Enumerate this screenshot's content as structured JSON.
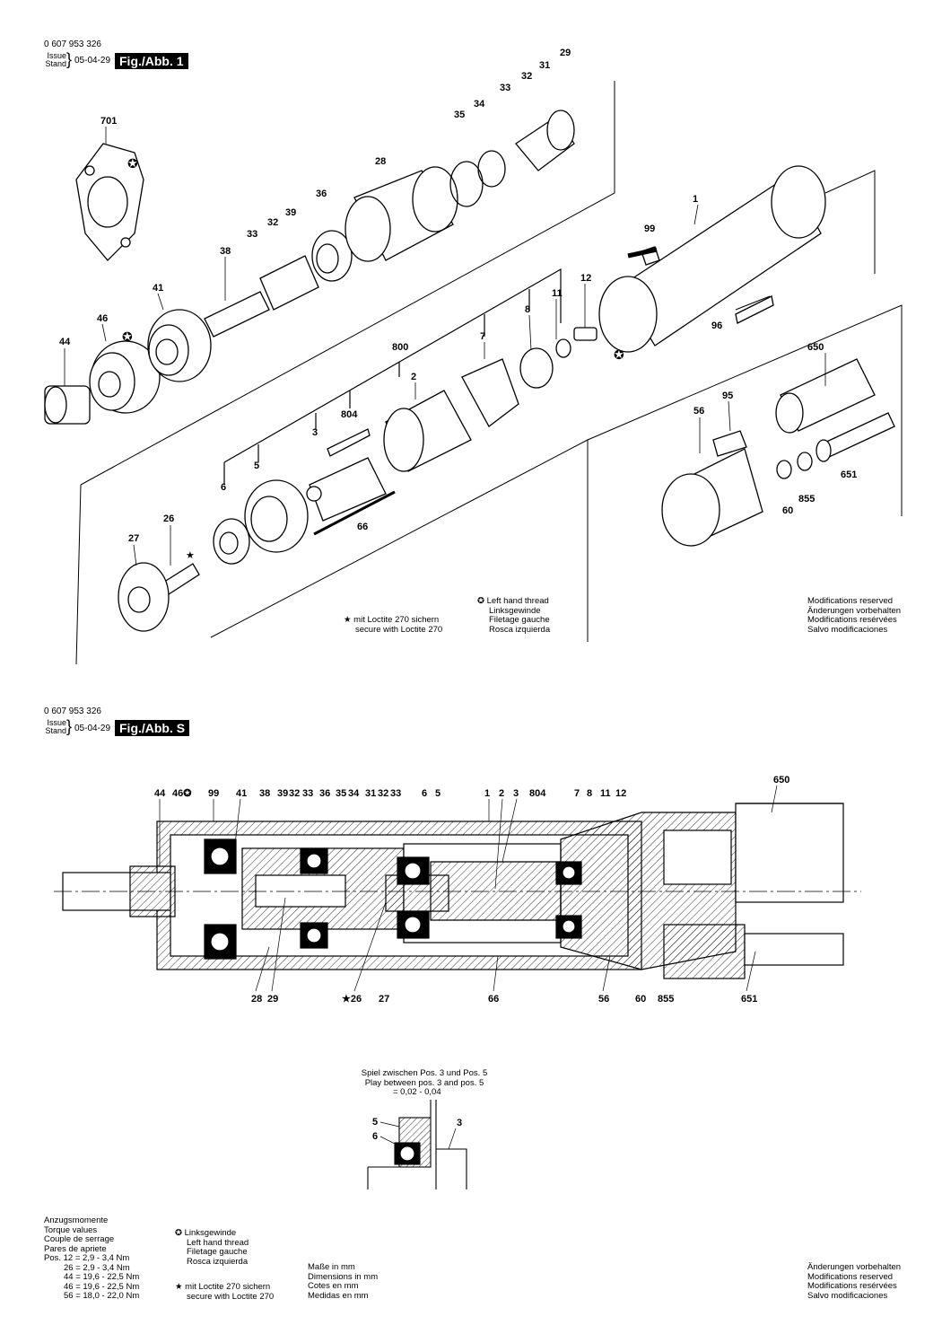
{
  "sheet1": {
    "doc_number": "0 607 953 326",
    "issue_label": "Issue",
    "stand_label": "Stand",
    "date": "05-04-29",
    "fig_label": "Fig./Abb. 1",
    "part_numbers": [
      "701",
      "46",
      "44",
      "41",
      "38",
      "33",
      "32",
      "39",
      "36",
      "28",
      "35",
      "34",
      "33",
      "32",
      "31",
      "29",
      "1",
      "99",
      "96",
      "12",
      "11",
      "8",
      "7",
      "800",
      "2",
      "804",
      "3",
      "5",
      "6",
      "66",
      "26",
      "27",
      "650",
      "95",
      "56",
      "651",
      "855",
      "60"
    ],
    "left_hand_note": [
      "Left hand thread",
      "Linksgewinde",
      "Filetage gauche",
      "Rosca izquierda"
    ],
    "loctite_note": [
      "mit Loctite 270 sichern",
      "secure with Loctite 270"
    ],
    "modifications_note": [
      "Modifications reserved",
      "Änderungen vorbehalten",
      "Modifications resérvées",
      "Salvo modificaciones"
    ]
  },
  "sheet2": {
    "doc_number": "0 607 953 326",
    "issue_label": "Issue",
    "stand_label": "Stand",
    "date": "05-04-29",
    "fig_label": "Fig./Abb. S",
    "top_labels": [
      "44",
      "46",
      "99",
      "41",
      "38",
      "39",
      "32",
      "33",
      "36",
      "35",
      "34",
      "31",
      "32",
      "33",
      "6",
      "5",
      "1",
      "2",
      "3",
      "804",
      "7",
      "8",
      "11",
      "12",
      "650"
    ],
    "bottom_labels": [
      "28",
      "29",
      "26",
      "27",
      "66",
      "56",
      "60",
      "855",
      "651"
    ],
    "play_title_de": "Spiel zwischen Pos. 3 und Pos. 5",
    "play_title_en": "Play between pos. 3 and pos. 5",
    "play_value": "= 0,02 - 0,04",
    "detail_labels": [
      "5",
      "6",
      "3"
    ],
    "torque_title": [
      "Anzugsmomente",
      "Torque values",
      "Couple de serrage",
      "Pares de apriete"
    ],
    "torque_values": [
      "Pos. 12 =   2,9 -   3,4 Nm",
      "26 =   2,9 -   3,4 Nm",
      "44 = 19,6 - 22,5 Nm",
      "46 = 19,6 - 22,5 Nm",
      "56 = 18,0 - 22,0 Nm"
    ],
    "left_hand_note": [
      "Linksgewinde",
      "Left hand thread",
      "Filetage gauche",
      "Rosca izquierda"
    ],
    "loctite_note": [
      "mit Loctite 270 sichern",
      "secure with Loctite 270"
    ],
    "dimensions_note": [
      "Maße in mm",
      "Dimensions in mm",
      "Cotes en mm",
      "Medidas en mm"
    ],
    "modifications_note": [
      "Änderungen vorbehalten",
      "Modifications reserved",
      "Modifications resérvées",
      "Salvo modificaciones"
    ]
  }
}
